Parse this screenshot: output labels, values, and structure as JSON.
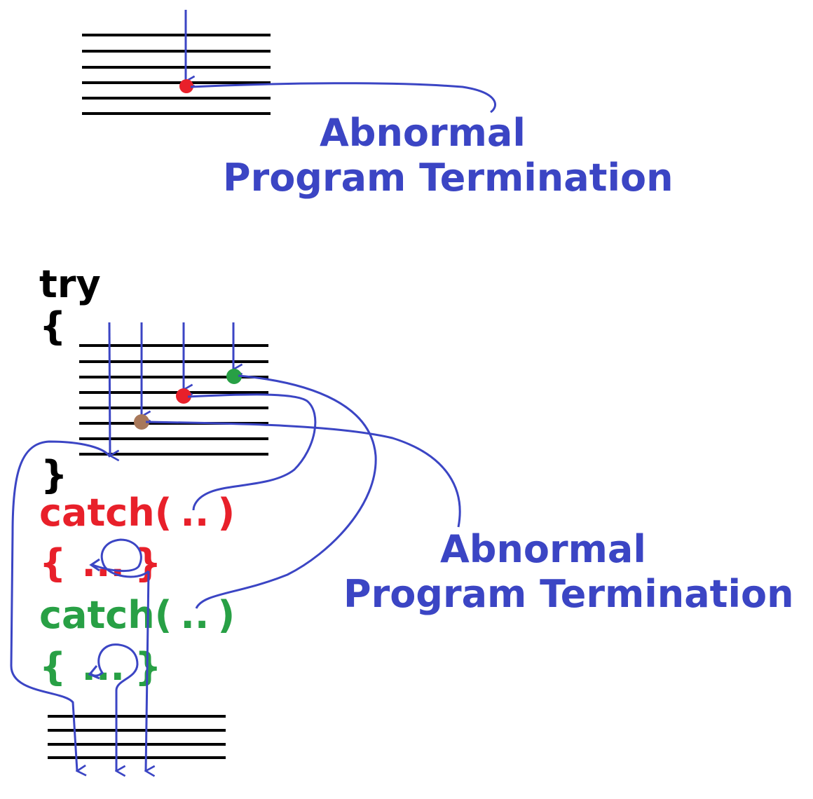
{
  "colors": {
    "blue": "#3b45c4",
    "black": "#000000",
    "red": "#e8202a",
    "green": "#28a045",
    "brown": "#a8785a"
  },
  "top": {
    "label_line1": "Abnormal",
    "label_line2": "Program Termination"
  },
  "bottom": {
    "try_keyword": "try",
    "open_brace": "{",
    "close_brace": "}",
    "catch1": {
      "keyword": "catch(",
      "args": "..",
      "close": ")",
      "body_open": "{",
      "body_dots": "...",
      "body_close": "}"
    },
    "catch2": {
      "keyword": "catch(",
      "args": "..",
      "close": ")",
      "body_open": "{",
      "body_dots": "...",
      "body_close": "}"
    },
    "label_line1": "Abnormal",
    "label_line2": "Program Termination"
  }
}
